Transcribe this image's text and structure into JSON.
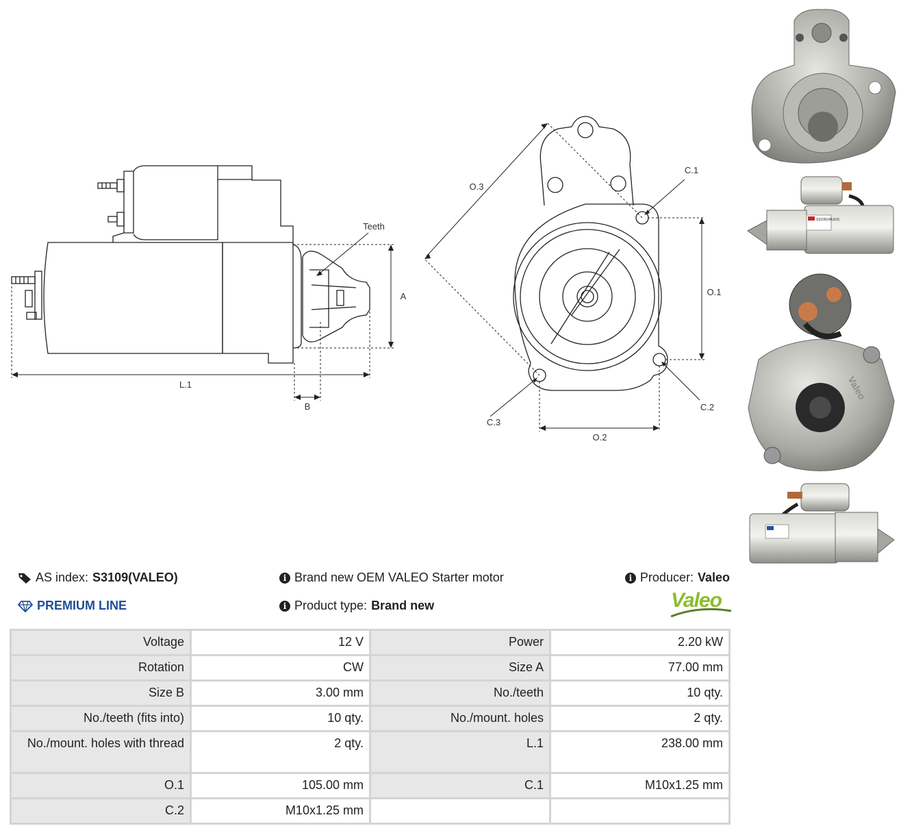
{
  "drawing": {
    "labels": {
      "teeth": "Teeth",
      "a": "A",
      "b": "B",
      "l1": "L.1",
      "o1": "O.1",
      "o2": "O.2",
      "o3": "O.3",
      "c1": "C.1",
      "c2": "C.2",
      "c3": "C.3"
    }
  },
  "info": {
    "as_index_label": "AS index:",
    "as_index_value": "S3109(VALEO)",
    "premium": "PREMIUM LINE",
    "description": "Brand new OEM VALEO Starter motor",
    "product_type_label": "Product type:",
    "product_type_value": "Brand new",
    "producer_label": "Producer:",
    "producer_value": "Valeo",
    "logo_text": "Valeo",
    "brand_color": "#8bbd2b",
    "premium_color": "#1f4e96"
  },
  "specs": [
    {
      "label1": "Voltage",
      "value1": "12 V",
      "label2": "Power",
      "value2": "2.20 kW"
    },
    {
      "label1": "Rotation",
      "value1": "CW",
      "label2": "Size A",
      "value2": "77.00 mm"
    },
    {
      "label1": "Size B",
      "value1": "3.00 mm",
      "label2": "No./teeth",
      "value2": "10 qty."
    },
    {
      "label1": "No./teeth (fits into)",
      "value1": "10 qty.",
      "label2": "No./mount. holes",
      "value2": "2 qty."
    },
    {
      "label1": "No./mount. holes with thread",
      "value1": "2 qty.",
      "label2": "L.1",
      "value2": "238.00 mm"
    },
    {
      "label1": "O.1",
      "value1": "105.00 mm",
      "label2": "C.1",
      "value2": "M10x1.25 mm"
    },
    {
      "label1": "C.2",
      "value1": "M10x1.25 mm",
      "label2": "",
      "value2": ""
    }
  ],
  "photos": {
    "label_brand": "AS",
    "label_part": "S3109(VALEO)",
    "casting_text": "Valeo"
  }
}
